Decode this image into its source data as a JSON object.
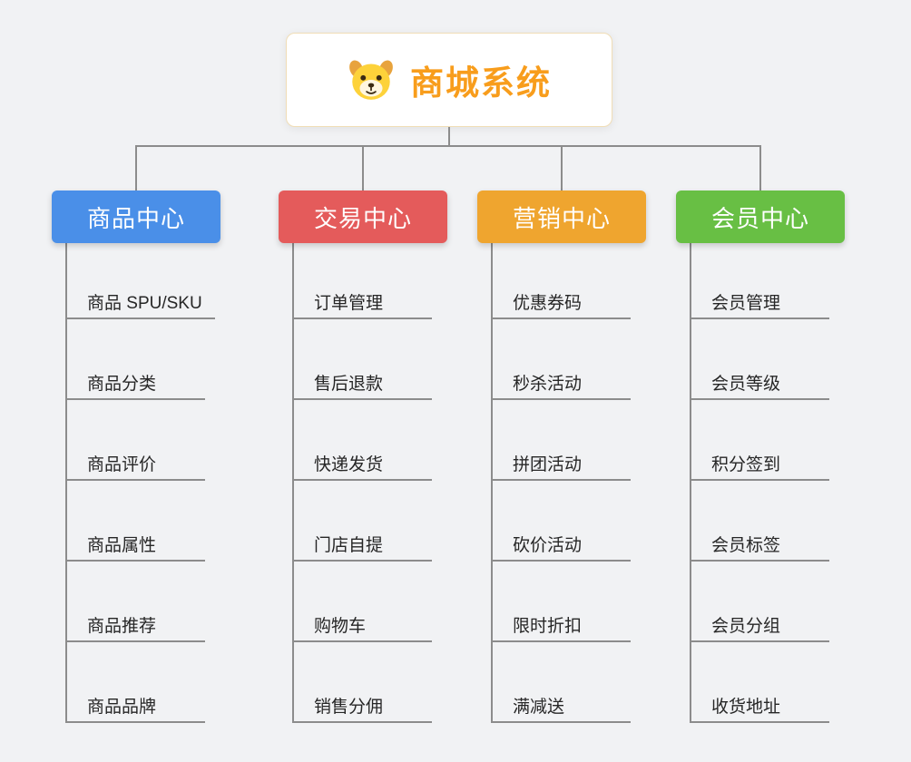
{
  "root": {
    "title": "商城系统",
    "icon": "dog-icon"
  },
  "colors": {
    "root_title": "#f89d1c",
    "connector": "#8c8c8c",
    "underline": "#8c8c8c",
    "background": "#f1f2f4",
    "branch_blue": "#4a8fe8",
    "branch_red": "#e45b5b",
    "branch_orange": "#efa52f",
    "branch_green": "#68bf44"
  },
  "branches": [
    {
      "label": "商品中心",
      "color": "#4a8fe8",
      "children": [
        "商品 SPU/SKU",
        "商品分类",
        "商品评价",
        "商品属性",
        "商品推荐",
        "商品品牌"
      ]
    },
    {
      "label": "交易中心",
      "color": "#e45b5b",
      "children": [
        "订单管理",
        "售后退款",
        "快递发货",
        "门店自提",
        "购物车",
        "销售分佣"
      ]
    },
    {
      "label": "营销中心",
      "color": "#efa52f",
      "children": [
        "优惠券码",
        "秒杀活动",
        "拼团活动",
        "砍价活动",
        "限时折扣",
        "满减送"
      ]
    },
    {
      "label": "会员中心",
      "color": "#68bf44",
      "children": [
        "会员管理",
        "会员等级",
        "积分签到",
        "会员标签",
        "会员分组",
        "收货地址"
      ]
    }
  ]
}
